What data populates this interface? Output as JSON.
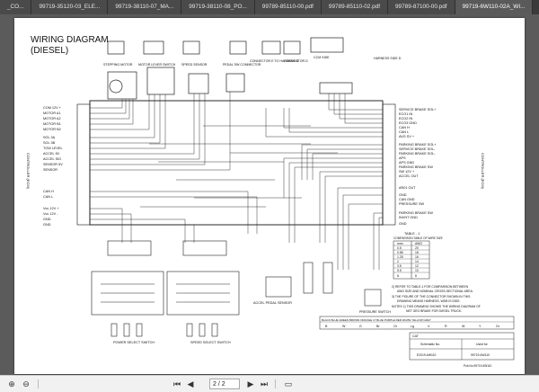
{
  "tabs": [
    {
      "label": "_CO..."
    },
    {
      "label": "99719-35120-03_ELE..."
    },
    {
      "label": "99719-38110-07_MA..."
    },
    {
      "label": "99719-38110-08_PO..."
    },
    {
      "label": "99789-85110-00.pdf"
    },
    {
      "label": "99789-85110-02.pdf"
    },
    {
      "label": "99789-87100-00.pdf"
    },
    {
      "label": "99719-6W110-02A_WI..."
    }
  ],
  "document": {
    "title_line1": "WIRING DIAGRAM",
    "title_line2": "(DIESEL)",
    "top_labels": {
      "stepping_motor": "STEPPING MOTOR",
      "motor_lever_switch": "MOTOR LEVER SWITCH",
      "speed_sensor": "SPEED SENSOR",
      "pedal_sw_connector": "PEDAL SW CONNECTOR",
      "connector_e": "CONNECTOR E TO HARNESS B",
      "connector_d": "CONNECTOR D",
      "ccm_side": "CCM SIDE",
      "harness_side_d": "HARNESS SIDE D"
    },
    "left_controller_label": "CONTROLLER (ECM)",
    "right_controller_label": "CONTROLLER (ECM)",
    "left_pins": [
      "COM 12V +",
      "MOTOR A1",
      "MOTOR A2",
      "MOTOR B1",
      "MOTOR B2",
      "SOL 3A",
      "SOL 3B",
      "TOW LEVEL",
      "ACCEL 5V",
      "ACCEL SIG",
      "SENSOR 5V",
      "SENSOR",
      "CAN H",
      "CAN L",
      "Vcc 12V +",
      "Vcc 12V -",
      "GND",
      "GND"
    ],
    "right_pins": [
      "SERVICE BRAKE SOL+",
      "ECO1 IN",
      "ECO2 IN",
      "ECO3 GND",
      "CAN H",
      "CAN L",
      "AVG SV +",
      "PARKING BRAKE SOL+",
      "SERVICE BRAKE SOL-",
      "PARKING BRAKE SOL-",
      "APS",
      "APS GND",
      "PARKING BRAKE SW",
      "SW 12V +",
      "ACCEL OUT",
      "AR01 OUT",
      "GND",
      "CAN GND",
      "PRESSURE SW",
      "PARKING BRAKE SW",
      "INVNT GND",
      "GND"
    ],
    "bottom_labels": {
      "power_select_switch": "POWER SELECT SWITCH",
      "speed_select_switch": "SPEED SELECT SWITCH",
      "accel_pedal_sensor": "ACCEL PEDAL SENSOR",
      "pressure_switch": "PRESSURE SWITCH"
    },
    "table1_title": "TABLE - 1",
    "table1_subtitle": "COMPARISON TABLE OF WIRE SIZE",
    "table1_headers": [
      "mm²",
      "AWG"
    ],
    "table1_rows": [
      [
        "0.5",
        "20"
      ],
      [
        "0.85",
        "18"
      ],
      [
        "1.25",
        "16"
      ],
      [
        "2",
        "14"
      ],
      [
        "3.5",
        "12"
      ],
      [
        "5.5",
        "10"
      ],
      [
        "8",
        "8"
      ]
    ],
    "notes": [
      "2) REFER TO TABLE-1 FOR COMPARISON BETWEEN",
      "AWG SIZE AND NOMINAL CROSS-SECTIONAL AREA.",
      "3) THE FIGURE OF THE CONNECTOR SHOWN IN THIS",
      "DRAWING MEANS HARNESS, WDB IS DIDE.",
      "NOTES 1) THIS DRAWING SHOWS THE WIRING DIAGRAM OF",
      "NET GEO BRAKE FOR DIESEL TRUCK."
    ],
    "color_legend": "BLACK BLUE GREEN BROWN ORANGE LT BLUE PURPLE RED WHITE YELLOW GRAY",
    "color_codes": [
      "B",
      "W",
      "G",
      "Br",
      "Or",
      "Lg",
      "V",
      "R",
      "W",
      "Y",
      "Gr"
    ],
    "title_block": {
      "company": "CAT",
      "schematic_label": "Schematic No.",
      "used_for_label": "Used for",
      "schematic_no": "E2019-6W110",
      "used_for": "99719-6W110",
      "pub_no": "Pub.No.99719-6W110"
    }
  },
  "toolbar": {
    "page_value": "2",
    "page_total": "/ 2"
  },
  "colors": {
    "tab_bg": "#4a4a4a",
    "viewer_bg": "#5b5b5b",
    "page_bg": "#ffffff",
    "ink": "#1a1a1a",
    "toolbar_bg": "#f1f1f1"
  }
}
